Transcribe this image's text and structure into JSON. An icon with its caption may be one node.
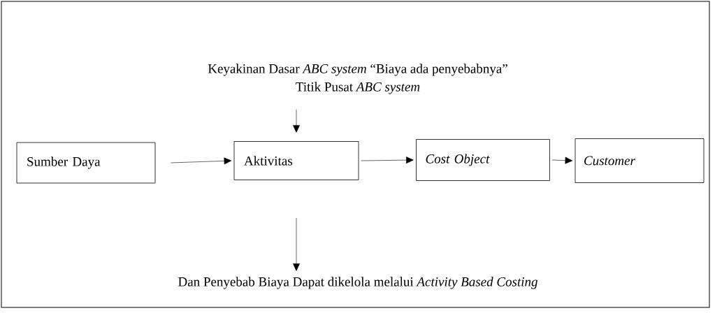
{
  "diagram": {
    "nodes": [
      {
        "text": [
          "Keyakinan Dasar *ABC system* “Biaya ada penyebabnya”",
          "Titik Pusat *ABC system*"
        ]
      },
      {
        "text": [
          "Sumber Daya"
        ]
      },
      {
        "text": [
          "Aktivitas"
        ]
      },
      {
        "text": [
          "Cost Object"
        ]
      },
      {
        "text": [
          "Customer"
        ]
      },
      {
        "text": [
          "Dan Penyebab Biaya Dapat dikelola melalui *Activity Based Costing*"
        ]
      }
    ],
    "edges": [
      {
        "from": 0,
        "to": 2,
        "arrow": "to"
      },
      {
        "from": 1,
        "to": 2,
        "arrow": "to"
      },
      {
        "from": 2,
        "to": 3,
        "arrow": "to"
      },
      {
        "from": 3,
        "to": 4,
        "arrow": "to"
      },
      {
        "from": 2,
        "to": 5,
        "arrow": "to"
      }
    ]
  }
}
